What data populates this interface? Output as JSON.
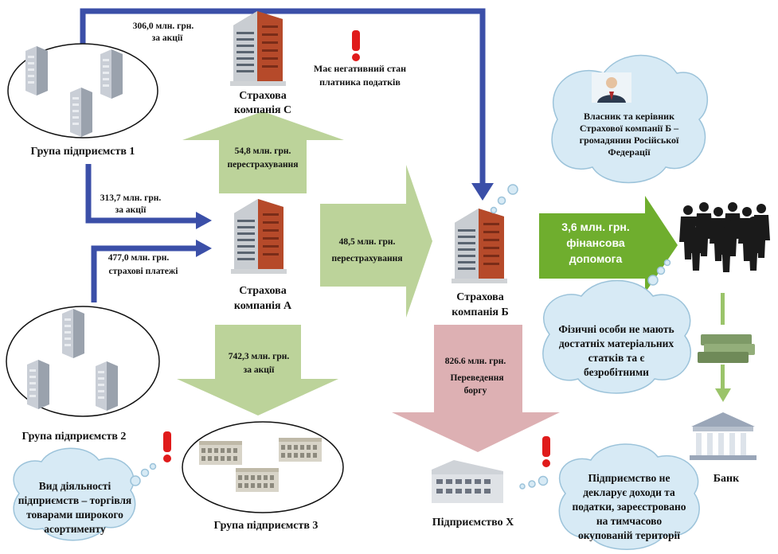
{
  "groups": {
    "g1": "Група підприємств 1",
    "g2": "Група підприємств 2",
    "g3": "Група підприємств 3"
  },
  "companies": {
    "a": [
      "Страхова",
      "компанія А"
    ],
    "b": [
      "Страхова",
      "компанія Б"
    ],
    "c": [
      "Страхова",
      "компанія С"
    ],
    "x": "Підприємство Х",
    "bank": "Банк"
  },
  "flows": {
    "g1_to_b": [
      "306,0 млн. грн.",
      "за акції"
    ],
    "g1_to_a": [
      "313,7 млн. грн.",
      "за акції"
    ],
    "g2_to_a": [
      "477,0 млн. грн.",
      "страхові  платежі"
    ],
    "a_to_c": [
      "54,8 млн. грн.",
      "перестрахування"
    ],
    "a_to_b": [
      "48,5 млн. грн.",
      "перестрахування"
    ],
    "a_to_g3": [
      "742,3 млн. грн.",
      "за акції"
    ],
    "b_to_x": [
      "826.6 млн. грн.",
      "Переведення",
      "боргу"
    ],
    "b_to_people": [
      "3,6 млн. грн.",
      "фінансова",
      "допомога"
    ]
  },
  "notes": {
    "c_warning": [
      "Має негативний стан",
      "платника податків"
    ],
    "owner": [
      "Власник та керівник",
      "Страхової компанії Б –",
      "громадянин Російської",
      "Федерації"
    ],
    "persons": [
      "Фізичні особи не мають",
      "достатніх матеріальних",
      "статків та є",
      "безробітними"
    ],
    "g2_activity": [
      "Вид діяльності",
      "підприємств – торгівля",
      "товарами широкого",
      "асортименту"
    ],
    "x_note": [
      "Підприємство не",
      "декларує доходи  та",
      "податки, зареєстровано",
      "на тимчасово",
      "окупованій території"
    ]
  },
  "colors": {
    "blue_arrow": "#3b4fa8",
    "green_arrow": "#bcd39a",
    "bright_green": "#6fae2e",
    "pink_arrow": "#ddb0b3",
    "cloud": "#d7eaf5",
    "warning": "#e01b1b"
  }
}
